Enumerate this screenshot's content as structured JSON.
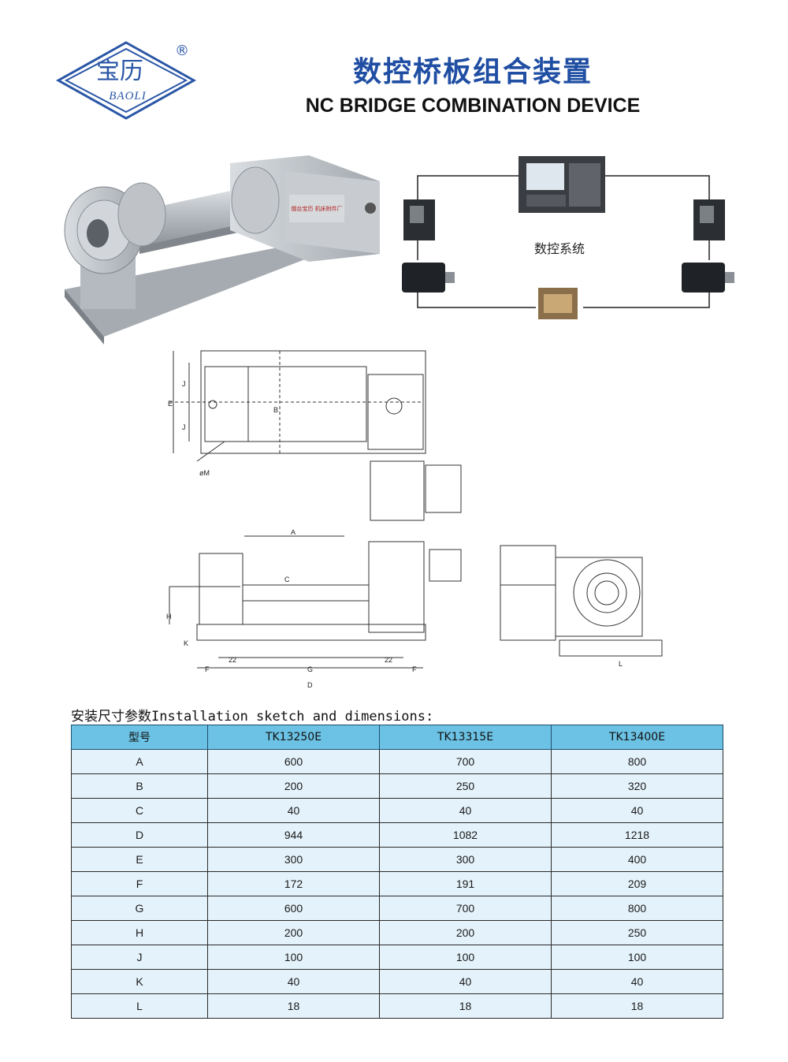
{
  "header": {
    "logo_text_cn": "宝历",
    "logo_text_en": "BAOLI",
    "registered_mark": "®",
    "title_cn": "数控桥板组合装置",
    "title_en": "NC BRIDGE COMBINATION DEVICE"
  },
  "photo": {
    "nameplate_text": "烟台宝历 机床附件厂"
  },
  "control_system": {
    "label": "数控系统"
  },
  "drawings": {
    "top_view_labels": [
      "E",
      "J",
      "J",
      "B",
      "øM"
    ],
    "side_view_labels": [
      "A",
      "C",
      "H",
      "K",
      "22",
      "22",
      "F",
      "G",
      "F",
      "D"
    ],
    "end_view_labels": [
      "L"
    ]
  },
  "table": {
    "section_title_cn": "安装尺寸参数",
    "section_title_en": "Installation sketch and dimensions:",
    "headers": [
      "型号",
      "TK13250E",
      "TK13315E",
      "TK13400E"
    ],
    "rows": [
      [
        "A",
        "600",
        "700",
        "800"
      ],
      [
        "B",
        "200",
        "250",
        "320"
      ],
      [
        "C",
        "40",
        "40",
        "40"
      ],
      [
        "D",
        "944",
        "1082",
        "1218"
      ],
      [
        "E",
        "300",
        "300",
        "400"
      ],
      [
        "F",
        "172",
        "191",
        "209"
      ],
      [
        "G",
        "600",
        "700",
        "800"
      ],
      [
        "H",
        "200",
        "200",
        "250"
      ],
      [
        "J",
        "100",
        "100",
        "100"
      ],
      [
        "K",
        "40",
        "40",
        "40"
      ],
      [
        "L",
        "18",
        "18",
        "18"
      ]
    ]
  },
  "colors": {
    "brand_blue": "#1f4ea3",
    "table_header": "#6cc2e4",
    "table_body": "#e4f2fb"
  }
}
